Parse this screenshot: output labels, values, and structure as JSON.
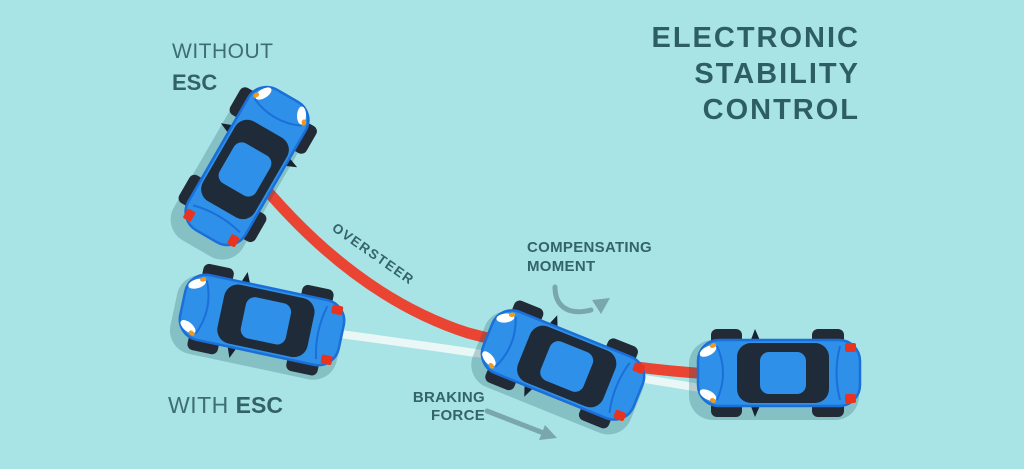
{
  "title": "ELECTRONIC\nSTABILITY\nCONTROL",
  "labels": {
    "without_line1": "WITHOUT",
    "without_line2": "ESC",
    "with_prefix": "WITH ",
    "with_bold": "ESC",
    "oversteer": "OVERSTEER",
    "compensating_moment": "COMPENSATING\nMOMENT",
    "braking_force": "BRAKING\nFORCE"
  },
  "colors": {
    "background": "#a8e4e6",
    "title_text": "#2d5e66",
    "label_text": "#33636b",
    "oversteer_path": "#ea4432",
    "esc_path": "#e9f7f7",
    "arrow": "#79a7ad",
    "car_body": "#2e90e9",
    "car_outline": "#1a6fd8",
    "car_glass": "#1f2b38",
    "headlight_accent": "#f2991d",
    "taillight": "#e8341f"
  },
  "diagram": {
    "cars": [
      {
        "name": "car-spinning-without-esc",
        "position": "top-left"
      },
      {
        "name": "car-with-esc-final",
        "position": "bottom-left"
      },
      {
        "name": "car-esc-correcting",
        "position": "middle"
      },
      {
        "name": "car-initial",
        "position": "right"
      }
    ],
    "paths": [
      {
        "name": "oversteer-path",
        "style": "red curve"
      },
      {
        "name": "esc-path",
        "style": "light straight line"
      }
    ]
  }
}
